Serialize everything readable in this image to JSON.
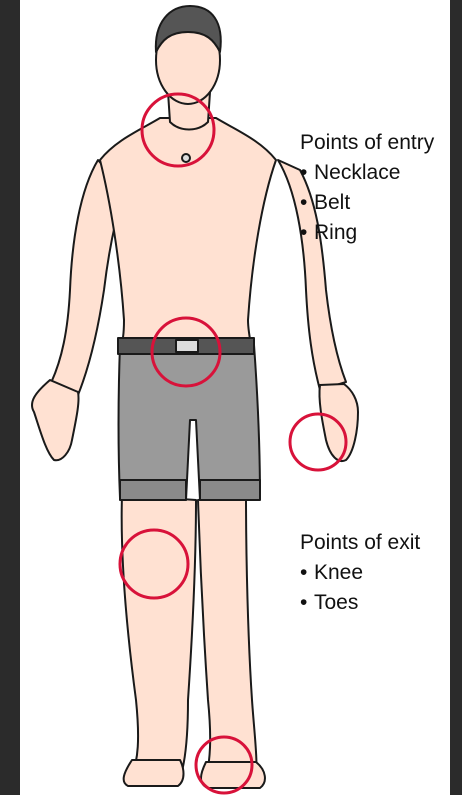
{
  "entry": {
    "heading": "Points of entry",
    "items": [
      "Necklace",
      "Belt",
      "Ring"
    ]
  },
  "exit": {
    "heading": "Points of exit",
    "items": [
      "Knee",
      "Toes"
    ]
  },
  "colors": {
    "marker": "#d8123a",
    "skin": "#ffe1d2",
    "shorts": "#9a9a9a",
    "outline": "#1a1a1a",
    "background": "#2b2b2b"
  }
}
